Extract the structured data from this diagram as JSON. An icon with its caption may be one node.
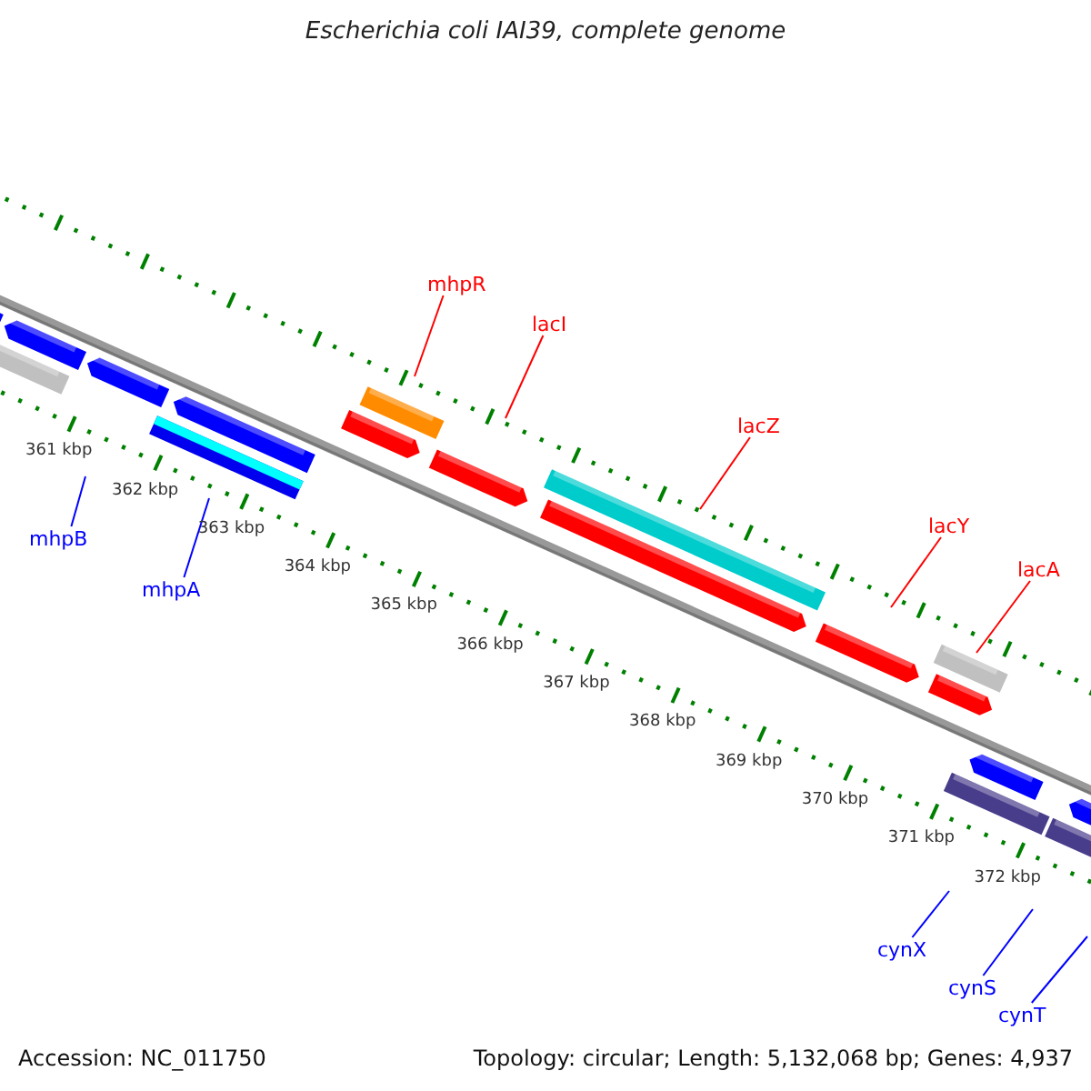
{
  "diagram": {
    "title": "Escherichia coli IAI39, complete genome",
    "nodes": [
      {
        "text": [
          "mhpB"
        ]
      },
      {
        "text": [
          "mhpA"
        ]
      },
      {
        "text": [
          "mhpR"
        ]
      },
      {
        "text": [
          "lacI"
        ]
      },
      {
        "text": [
          "lacZ"
        ]
      },
      {
        "text": [
          "lacY"
        ]
      },
      {
        "text": [
          "lacA"
        ]
      },
      {
        "text": [
          "cynX"
        ]
      },
      {
        "text": [
          "cynS"
        ]
      },
      {
        "text": [
          "cynT"
        ]
      }
    ],
    "edges": [
      {
        "from": 0,
        "to": null,
        "arrow": "none",
        "color": "#0000ff"
      },
      {
        "from": 1,
        "to": null,
        "arrow": "none",
        "color": "#0000ff"
      },
      {
        "from": 2,
        "to": null,
        "arrow": "none",
        "color": "#ff0000"
      },
      {
        "from": 3,
        "to": null,
        "arrow": "none",
        "color": "#ff0000"
      },
      {
        "from": 4,
        "to": null,
        "arrow": "none",
        "color": "#ff0000"
      },
      {
        "from": 5,
        "to": null,
        "arrow": "none",
        "color": "#ff0000"
      },
      {
        "from": 6,
        "to": null,
        "arrow": "none",
        "color": "#ff0000"
      },
      {
        "from": 7,
        "to": null,
        "arrow": "none",
        "color": "#0000ff"
      },
      {
        "from": 8,
        "to": null,
        "arrow": "none",
        "color": "#0000ff"
      },
      {
        "from": 9,
        "to": null,
        "arrow": "none",
        "color": "#0000ff"
      }
    ],
    "labels": [
      "361 kbp",
      "362 kbp",
      "363 kbp",
      "364 kbp",
      "365 kbp",
      "366 kbp",
      "367 kbp",
      "368 kbp",
      "369 kbp",
      "370 kbp",
      "371 kbp",
      "372 kbp",
      "Accession: NC_011750",
      "Topology: circular; Length: 5,132,068 bp; Genes: 4,937"
    ]
  }
}
